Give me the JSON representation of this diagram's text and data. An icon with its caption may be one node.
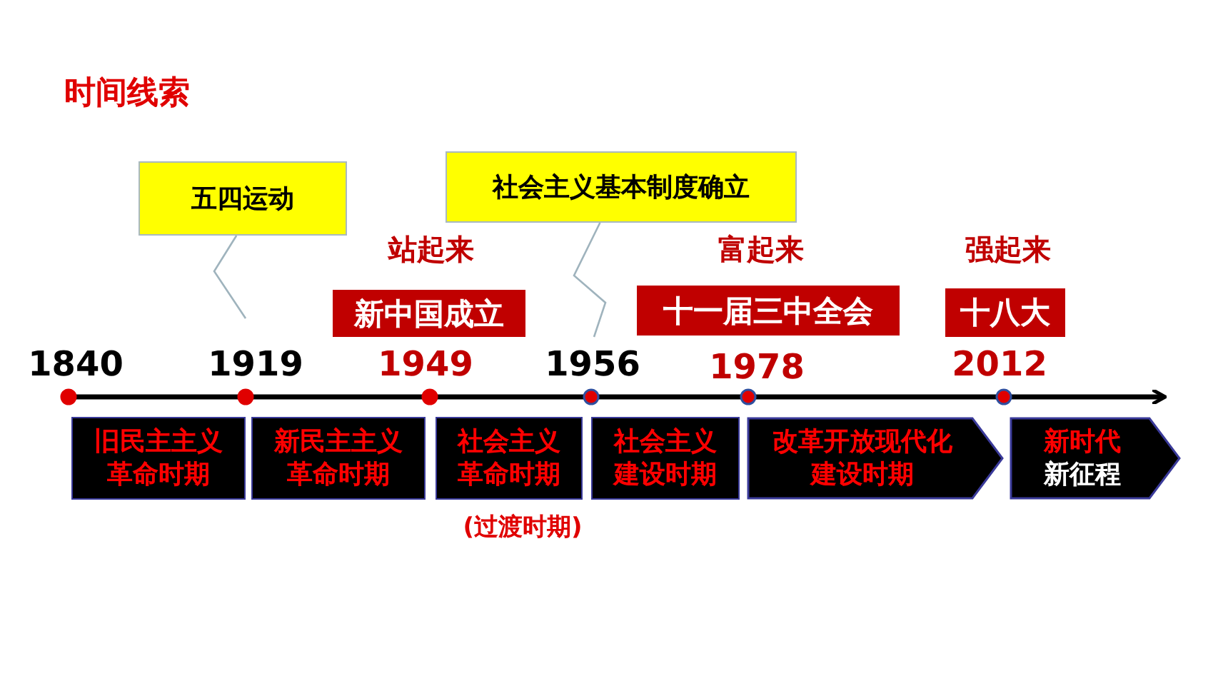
{
  "diagram": {
    "title": "时间线索",
    "nodes": [
      {
        "text": [
          "五四运动"
        ]
      },
      {
        "text": [
          "社会主义基本制度确立"
        ]
      },
      {
        "text": [
          "新中国成立"
        ]
      },
      {
        "text": [
          "十一届三中全会"
        ]
      },
      {
        "text": [
          "十八大"
        ]
      },
      {
        "text": [
          "旧民主主义革命时期"
        ]
      },
      {
        "text": [
          "新民主主义革命时期"
        ]
      },
      {
        "text": [
          "社会主义革命时期"
        ]
      },
      {
        "text": [
          "社会主义建设时期"
        ]
      },
      {
        "text": [
          "改革开放现代化建设时期"
        ]
      },
      {
        "text": [
          "新时代",
          "新征程"
        ]
      }
    ],
    "edges": [
      {
        "from": 0,
        "to": null,
        "arrow": "none"
      },
      {
        "from": 1,
        "to": null,
        "arrow": "none"
      }
    ],
    "labels": [
      "站起来",
      "富起来",
      "强起来",
      "1840",
      "1919",
      "1949",
      "1956",
      "1978",
      "2012",
      "(过渡时期)"
    ]
  }
}
